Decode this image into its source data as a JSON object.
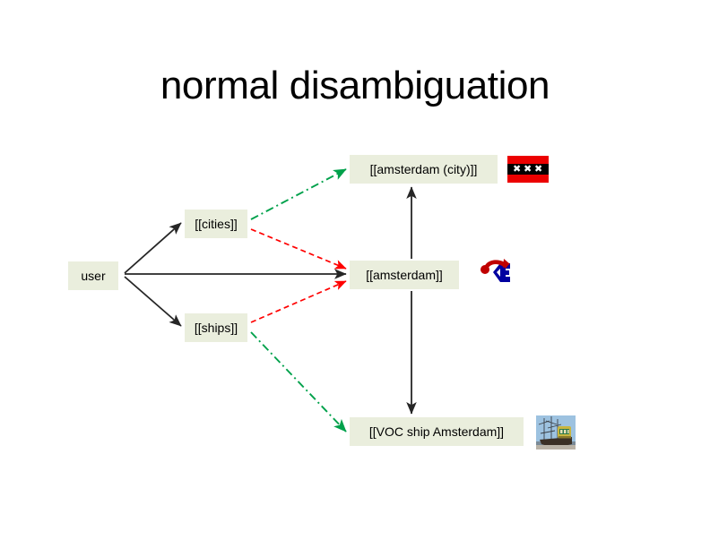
{
  "slide": {
    "title": "normal disambiguation",
    "background_color": "#ffffff"
  },
  "palette": {
    "node_fill": "#eaeedd",
    "node_text": "#000000",
    "edge_solid": "#262626",
    "edge_red_dashed": "#ff0000",
    "edge_green_dashdot": "#00a14b",
    "flag_red": "#ec0000",
    "flag_black": "#000000",
    "flag_cross": "#ffffff",
    "disambig_red": "#c00000",
    "disambig_blue": "#0000a0"
  },
  "nodes": [
    {
      "id": "user",
      "label": "user"
    },
    {
      "id": "cities",
      "label": "[[cities]]"
    },
    {
      "id": "ships",
      "label": "[[ships]]"
    },
    {
      "id": "amsterdam",
      "label": "[[amsterdam]]"
    },
    {
      "id": "amsterdam_city",
      "label": "[[amsterdam (city)]]"
    },
    {
      "id": "voc_ship",
      "label": "[[VOC ship Amsterdam]]"
    }
  ],
  "edges": [
    {
      "from": "user",
      "to": "cities",
      "style": "solid",
      "color": "#262626"
    },
    {
      "from": "user",
      "to": "amsterdam",
      "style": "solid",
      "color": "#262626"
    },
    {
      "from": "user",
      "to": "ships",
      "style": "solid",
      "color": "#262626"
    },
    {
      "from": "cities",
      "to": "amsterdam_city",
      "style": "dashdot",
      "color": "#00a14b"
    },
    {
      "from": "cities",
      "to": "amsterdam",
      "style": "dashed",
      "color": "#ff0000"
    },
    {
      "from": "ships",
      "to": "amsterdam",
      "style": "dashed",
      "color": "#ff0000"
    },
    {
      "from": "ships",
      "to": "voc_ship",
      "style": "dashdot",
      "color": "#00a14b"
    },
    {
      "from": "amsterdam",
      "to": "amsterdam_city",
      "style": "solid",
      "color": "#262626"
    },
    {
      "from": "amsterdam",
      "to": "voc_ship",
      "style": "solid",
      "color": "#262626"
    }
  ],
  "thumbnails": [
    {
      "id": "flag_amsterdam",
      "icon": "amsterdam-flag-icon",
      "for": "amsterdam_city",
      "crosses": [
        "✖",
        "✖",
        "✖"
      ]
    },
    {
      "id": "disambig_glyph",
      "icon": "disambiguation-icon",
      "for": "amsterdam"
    },
    {
      "id": "voc_photo",
      "icon": "voc-ship-photo-thumbnail",
      "for": "voc_ship"
    }
  ]
}
